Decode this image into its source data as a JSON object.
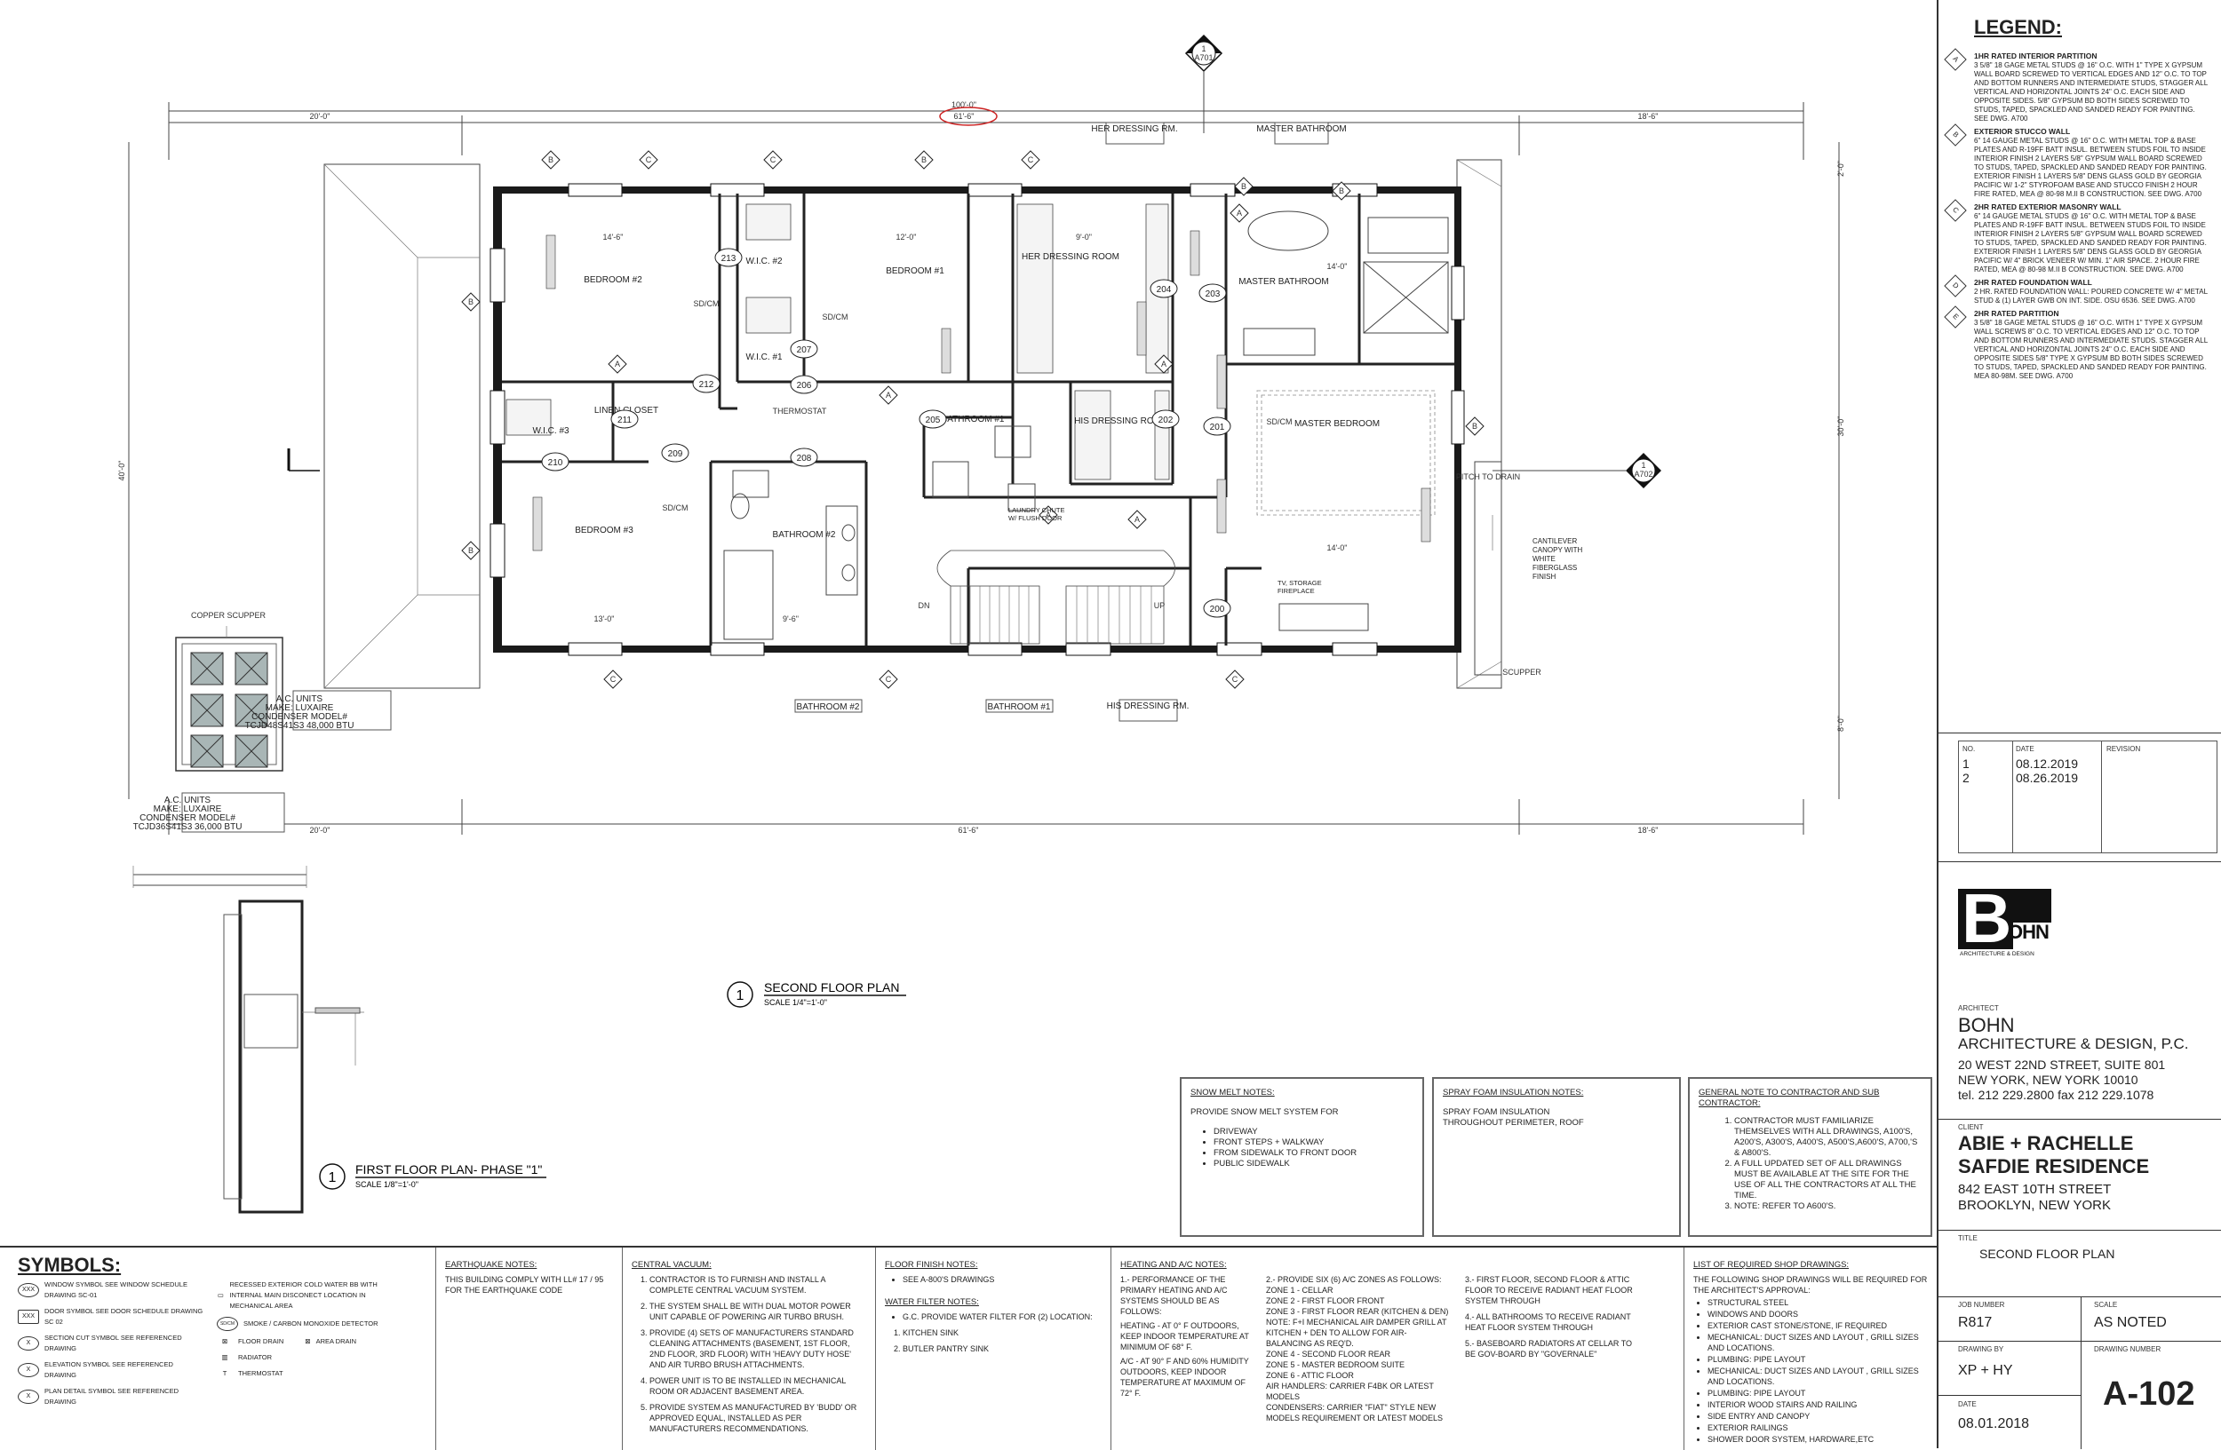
{
  "plan": {
    "title": "SECOND FLOOR PLAN",
    "scale": "SCALE 1/4\"=1'-0\"",
    "title_num": "1",
    "sub_title": "FIRST FLOOR PLAN- PHASE \"1\"",
    "sub_scale": "SCALE 1/8\"=1'-0\"",
    "sub_num": "1",
    "dims": {
      "overall_width": "100'-0\"",
      "top_center": "61'-6\"",
      "left_bay": "20'-0\"",
      "right_bay": "18'-6\"",
      "bottom_left": "20'-0\"",
      "bottom_center": "61'-6\"",
      "bottom_right": "18'-6\"",
      "depth": "40'-0\"",
      "right_depth": "30'-0\"",
      "right_top": "2'-0\"",
      "right_bottom": "8'-0\"",
      "bed2_w": "14'-6\"",
      "bed1_w": "12'-0\"",
      "dress_w": "9'-0\"",
      "mbath_w": "14'-0\"",
      "mbed_w": "14'-0\"",
      "bed3_w": "13'-0\"",
      "bath2_w": "9'-6\""
    },
    "section_marks": [
      {
        "num": "1",
        "sheet": "A701"
      },
      {
        "num": "1",
        "sheet": "A702"
      }
    ],
    "rooms": [
      {
        "name": "BEDROOM #2"
      },
      {
        "name": "BEDROOM #1"
      },
      {
        "name": "HER DRESSING ROOM"
      },
      {
        "name": "MASTER BATHROOM"
      },
      {
        "name": "BEDROOM #3"
      },
      {
        "name": "LINEN CLOSET"
      },
      {
        "name": "W.I.C. #3"
      },
      {
        "name": "W.I.C. #2"
      },
      {
        "name": "W.I.C. #1"
      },
      {
        "name": "BATHROOM #1"
      },
      {
        "name": "BATHROOM #2"
      },
      {
        "name": "HIS DRESSING ROOM"
      },
      {
        "name": "MASTER BEDROOM"
      }
    ],
    "room_numbers": [
      "213",
      "207",
      "206",
      "212",
      "211",
      "210",
      "209",
      "208",
      "205",
      "204",
      "203",
      "202",
      "201",
      "200"
    ],
    "tags": [
      "HER DRESSING RM.",
      "MASTER BATHROOM",
      "BATHROOM #2",
      "BATHROOM #1",
      "HIS DRESSING RM."
    ],
    "annotations": {
      "copper": "COPPER SCUPPER",
      "ac1_title": "A.C. UNITS",
      "ac1_make": "MAKE: LUXAIRE",
      "ac1_model": "CONDENSER MODEL#",
      "ac1_num": "TCJD48S41S3 48,000 BTU",
      "ac2_title": "A.C. UNITS",
      "ac2_make": "MAKE: LUXAIRE",
      "ac2_model": "CONDENSER MODEL#",
      "ac2_num": "TCJD36S41S3 36,000 BTU",
      "canopy": "CANTILEVER CANOPY WITH WHITE FIBERGLASS FINISH",
      "scupper": "SCUPPER",
      "pitch": "PITCH TO DRAIN",
      "laundry": "LAUNDRY CHUTE W/ FLUSH DOOR",
      "fireplace": "TV, STORAGE FIREPLACE",
      "thermostat": "THERMOSTAT",
      "sdcm": "SD/CM",
      "dn": "DN",
      "up": "UP"
    }
  },
  "legend": {
    "title": "LEGEND:",
    "items": [
      {
        "mark": "A",
        "title": "1HR RATED INTERIOR PARTITION",
        "text": "3 5/8\" 18 GAGE METAL STUDS @ 16\" O.C. WITH 1\" TYPE X GYPSUM WALL BOARD SCREWED TO VERTICAL EDGES AND 12\" O.C. TO TOP AND BOTTOM RUNNERS AND INTERMEDIATE STUDS, STAGGER ALL VERTICAL AND HORIZONTAL JOINTS 24\" O.C. EACH SIDE AND OPPOSITE SIDES. 5/8\" GYPSUM BD BOTH SIDES SCREWED TO STUDS, TAPED, SPACKLED AND SANDED READY FOR PAINTING. SEE DWG. A700"
      },
      {
        "mark": "B",
        "title": "EXTERIOR STUCCO WALL",
        "text": "6\" 14 GAUGE METAL STUDS @ 16\" O.C. WITH METAL TOP & BASE PLATES AND R-19FF BATT INSUL. BETWEEN STUDS FOIL TO INSIDE INTERIOR FINISH 2 LAYERS 5/8\" GYPSUM WALL BOARD SCREWED TO STUDS, TAPED, SPACKLED AND SANDED READY FOR PAINTING. EXTERIOR FINISH 1 LAYERS 5/8\" DENS GLASS GOLD BY GEORGIA PACIFIC W/ 1-2\" STYROFOAM BASE AND STUCCO FINISH 2 HOUR FIRE RATED, MEA @ 80-98 M.II B CONSTRUCTION. SEE DWG. A700"
      },
      {
        "mark": "C",
        "title": "2HR RATED EXTERIOR MASONRY WALL",
        "text": "6\" 14 GAUGE METAL STUDS @ 16\" O.C. WITH METAL TOP & BASE PLATES AND R-19FF BATT INSUL. BETWEEN STUDS FOIL TO INSIDE INTERIOR FINISH 2 LAYERS 5/8\" GYPSUM WALL BOARD SCREWED TO STUDS, TAPED, SPACKLED AND SANDED READY FOR PAINTING. EXTERIOR FINISH 1 LAYERS 5/8\" DENS GLASS GOLD BY GEORGIA PACIFIC W/ 4\" BRICK VENEER W/ MIN. 1\" AIR SPACE. 2 HOUR FIRE RATED, MEA @ 80-98 M.II B CONSTRUCTION. SEE DWG. A700"
      },
      {
        "mark": "D",
        "title": "2HR RATED FOUNDATION WALL",
        "text": "2 HR. RATED FOUNDATION WALL: POURED CONCRETE W/ 4\" METAL STUD & (1) LAYER GWB ON INT. SIDE. OSU 6536. SEE DWG. A700"
      },
      {
        "mark": "E",
        "title": "2HR RATED PARTITION",
        "text": "3 5/8\" 18 GAGE METAL STUDS @ 16\" O.C. WITH 1\" TYPE X GYPSUM WALL SCREWS 8\" O.C. TO VERTICAL EDGES AND 12\" O.C. TO TOP AND BOTTOM RUNNERS AND INTERMEDIATE STUDS. STAGGER ALL VERTICAL AND HORIZONTAL JOINTS 24\" O.C. EACH SIDE AND OPPOSITE SIDES 5/8\" TYPE X GYPSUM BD BOTH SIDES SCREWED TO STUDS, TAPED, SPACKLED AND SANDED READY FOR PAINTING. MEA 80-98M. SEE DWG. A700"
      }
    ]
  },
  "revisions": {
    "headers": [
      "NO.",
      "DATE",
      "REVISION"
    ],
    "rows": [
      [
        "1",
        "08.12.2019"
      ],
      [
        "2",
        "08.26.2019"
      ]
    ]
  },
  "architect": {
    "logo_letter": "B",
    "logo_ohn": "OHN",
    "logo_sub": "ARCHITECTURE & DESIGN",
    "label": "ARCHITECT",
    "name1": "BOHN",
    "name2": "ARCHITECTURE & DESIGN, P.C.",
    "addr1": "20 WEST 22ND STREET, SUITE 801",
    "addr2": "NEW YORK, NEW YORK 10010",
    "phone": "tel. 212 229.2800 fax 212 229.1078"
  },
  "client": {
    "label": "CLIENT",
    "name1": "ABIE + RACHELLE",
    "name2": "SAFDIE RESIDENCE",
    "addr1": "842 EAST 10TH STREET",
    "addr2": "BROOKLYN,  NEW YORK"
  },
  "sheet": {
    "title_label": "TITLE",
    "title": "SECOND FLOOR PLAN",
    "job_label": "JOB NUMBER",
    "job": "R817",
    "scale_label": "SCALE",
    "scale": "AS NOTED",
    "drawn_label": "DRAWING BY",
    "drawn": "XP + HY",
    "number_label": "DRAWING NUMBER",
    "number": "A-102",
    "date_label": "DATE",
    "date": "08.01.2018"
  },
  "boxes": {
    "snow": {
      "title": "SNOW MELT NOTES:",
      "intro": "PROVIDE SNOW MELT SYSTEM FOR",
      "items": [
        "DRIVEWAY",
        "FRONT STEPS + WALKWAY",
        "FROM SIDEWALK TO FRONT DOOR",
        "PUBLIC SIDEWALK"
      ]
    },
    "spray": {
      "title": "SPRAY FOAM INSULATION NOTES:",
      "l1": "SPRAY FOAM INSULATION",
      "l2": "THROUGHOUT PERIMETER, ROOF"
    },
    "general": {
      "title": "GENERAL NOTE TO CONTRACTOR AND SUB CONTRACTOR:",
      "items": [
        "CONTRACTOR MUST FAMILIARIZE THEMSELVES WITH ALL DRAWINGS, A100'S, A200'S, A300'S, A400'S, A500'S,A600'S, A700,'S & A800'S.",
        "A FULL UPDATED SET OF ALL DRAWINGS MUST BE AVAILABLE AT THE SITE FOR THE USE OF ALL THE CONTRACTORS AT ALL THE TIME.",
        "NOTE: REFER TO A600'S."
      ]
    }
  },
  "notes": {
    "symbols_title": "SYMBOLS:",
    "symbols": [
      {
        "glyph": "XXX",
        "text": "WINDOW SYMBOL SEE WINDOW SCHEDULE DRAWING SC-01"
      },
      {
        "glyph": "XXX",
        "text": "DOOR SYMBOL SEE DOOR SCHEDULE DRAWING SC 02"
      },
      {
        "glyph": "X",
        "text": "SECTION CUT SYMBOL SEE REFERENCED DRAWING"
      },
      {
        "glyph": "X",
        "text": "ELEVATION SYMBOL SEE REFERENCED DRAWING"
      },
      {
        "glyph": "X",
        "text": "PLAN DETAIL SYMBOL SEE REFERENCED DRAWING"
      }
    ],
    "symbols2": [
      {
        "glyph": "▭",
        "text": "RECESSED EXTERIOR COLD WATER BB WITH INTERNAL MAIN DISCONECT LOCATION IN MECHANICAL AREA"
      },
      {
        "glyph": "SD/CM",
        "text": "SMOKE / CARBON MONOXIDE DETECTOR"
      },
      {
        "glyph": "⊠",
        "text": "FLOOR DRAIN"
      },
      {
        "glyph": "▥",
        "text": "RADIATOR"
      },
      {
        "glyph": "T",
        "text": "THERMOSTAT"
      }
    ],
    "area_drain": "AREA DRAIN",
    "earthquake": {
      "title": "EARTHQUAKE NOTES:",
      "text": "THIS BUILDING COMPLY WITH LL# 17 / 95 FOR THE EARTHQUAKE CODE"
    },
    "vacuum": {
      "title": "CENTRAL VACUUM:",
      "items": [
        "CONTRACTOR IS TO FURNISH AND INSTALL A COMPLETE CENTRAL VACUUM SYSTEM.",
        "THE SYSTEM SHALL BE WITH DUAL MOTOR POWER UNIT CAPABLE OF POWERING AIR TURBO BRUSH.",
        "PROVIDE (4) SETS OF MANUFACTURERS STANDARD CLEANING ATTACHMENTS (BASEMENT, 1ST FLOOR, 2ND FLOOR, 3RD FLOOR) WITH 'HEAVY DUTY HOSE' AND AIR TURBO BRUSH ATTACHMENTS.",
        "POWER UNIT IS TO BE INSTALLED IN MECHANICAL ROOM OR ADJACENT BASEMENT AREA.",
        "PROVIDE SYSTEM AS MANUFACTURED BY 'BUDD' OR APPROVED EQUAL, INSTALLED AS PER MANUFACTURERS RECOMMENDATIONS."
      ]
    },
    "floor": {
      "title": "FLOOR FINISH NOTES:",
      "items": [
        "SEE A-800'S DRAWINGS"
      ]
    },
    "water": {
      "title": "WATER FILTER NOTES:",
      "items": [
        "G.C. PROVIDE WATER FILTER FOR (2)  LOCATION:"
      ],
      "locs": [
        "KITCHEN SINK",
        "BUTLER PANTRY SINK"
      ]
    },
    "hvac": {
      "title": "HEATING AND A/C NOTES:",
      "c1": [
        "1.- PERFORMANCE OF THE PRIMARY HEATING AND A/C SYSTEMS SHOULD BE AS FOLLOWS:",
        "HEATING - AT 0° F OUTDOORS, KEEP INDOOR TEMPERATURE AT MINIMUM OF 68° F.",
        "A/C - AT 90° F AND 60% HUMIDITY OUTDOORS, KEEP INDOOR TEMPERATURE AT MAXIMUM OF 72° F."
      ],
      "c2": [
        "2.- PROVIDE SIX (6) A/C ZONES AS FOLLOWS:",
        "ZONE 1  - CELLAR",
        "ZONE 2  - FIRST FLOOR FRONT",
        "ZONE 3  - FIRST FLOOR REAR (KITCHEN & DEN) NOTE: F+I MECHANICAL AIR DAMPER GRILL AT KITCHEN + DEN TO ALLOW FOR AIR-BALANCING AS REQ'D.",
        "ZONE 4  - SECOND FLOOR REAR",
        "ZONE 5  - MASTER BEDROOM SUITE",
        "ZONE 6  - ATTIC FLOOR",
        "AIR HANDLERS: CARRIER F4BK OR LATEST MODELS",
        "CONDENSERS: CARRIER \"FIAT\" STYLE NEW MODELS REQUIREMENT OR LATEST MODELS"
      ],
      "c3": [
        "3.- FIRST FLOOR, SECOND FLOOR & ATTIC FLOOR TO RECEIVE RADIANT HEAT FLOOR SYSTEM THROUGH",
        "4.- ALL BATHROOMS TO RECEIVE RADIANT HEAT FLOOR SYSTEM THROUGH",
        "5.- BASEBOARD RADIATORS AT CELLAR TO BE GOV-BOARD BY \"GOVERNALE\""
      ]
    },
    "shop": {
      "title": "LIST OF REQUIRED SHOP DRAWINGS:",
      "intro": "THE FOLLOWING SHOP DRAWINGS WILL BE REQUIRED FOR THE ARCHITECT'S APPROVAL:",
      "items": [
        "STRUCTURAL STEEL",
        "WINDOWS AND DOORS",
        "EXTERIOR CAST STONE/STONE, IF REQUIRED",
        "MECHANICAL:  DUCT SIZES AND LAYOUT , GRILL SIZES AND LOCATIONS.",
        "PLUMBING:  PIPE LAYOUT",
        "MECHANICAL:  DUCT SIZES AND    LAYOUT , GRILL SIZES AND LOCATIONS.",
        "PLUMBING:  PIPE LAYOUT",
        "INTERIOR WOOD STAIRS AND RAILING",
        "SIDE ENTRY AND CANOPY",
        "EXTERIOR RAILINGS",
        "SHOWER DOOR SYSTEM, HARDWARE,ETC"
      ]
    }
  }
}
